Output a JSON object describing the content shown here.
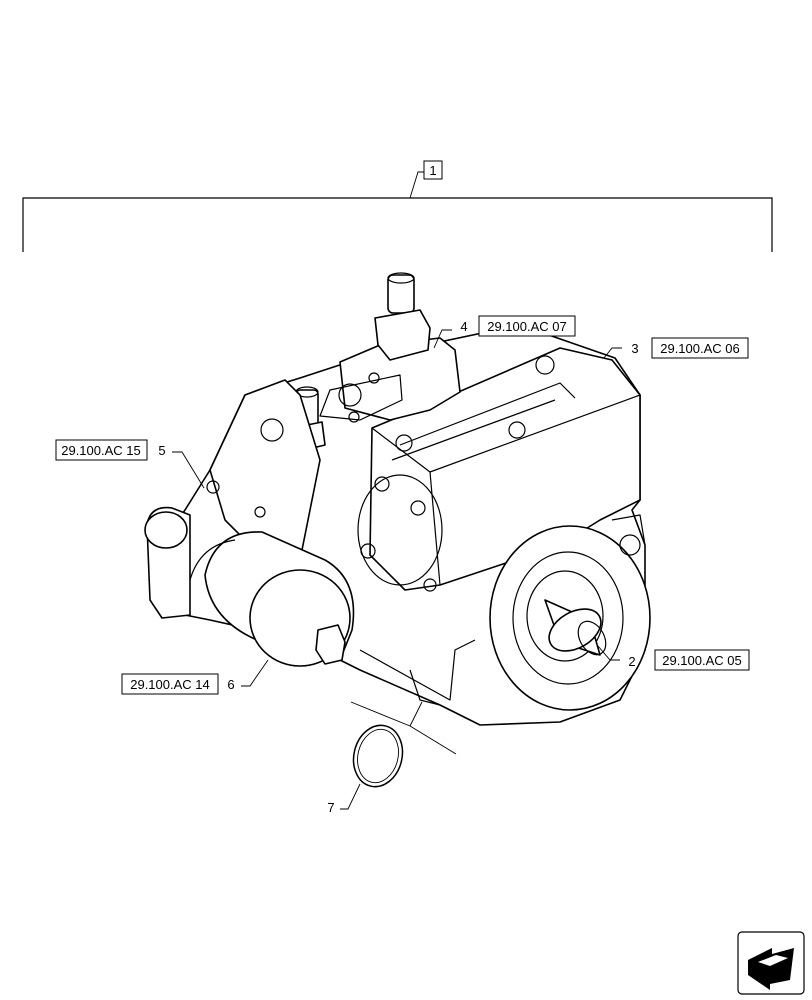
{
  "callouts": [
    {
      "id": "c1",
      "number": "1",
      "ref": ""
    },
    {
      "id": "c2",
      "number": "2",
      "ref": "29.100.AC 05"
    },
    {
      "id": "c3",
      "number": "3",
      "ref": "29.100.AC 06"
    },
    {
      "id": "c4",
      "number": "4",
      "ref": "29.100.AC 07"
    },
    {
      "id": "c5",
      "number": "5",
      "ref": "29.100.AC 15"
    },
    {
      "id": "c6",
      "number": "6",
      "ref": "29.100.AC 14"
    },
    {
      "id": "c7",
      "number": "7",
      "ref": ""
    }
  ],
  "icons": {
    "navigation": "next-page-arrow-icon"
  }
}
